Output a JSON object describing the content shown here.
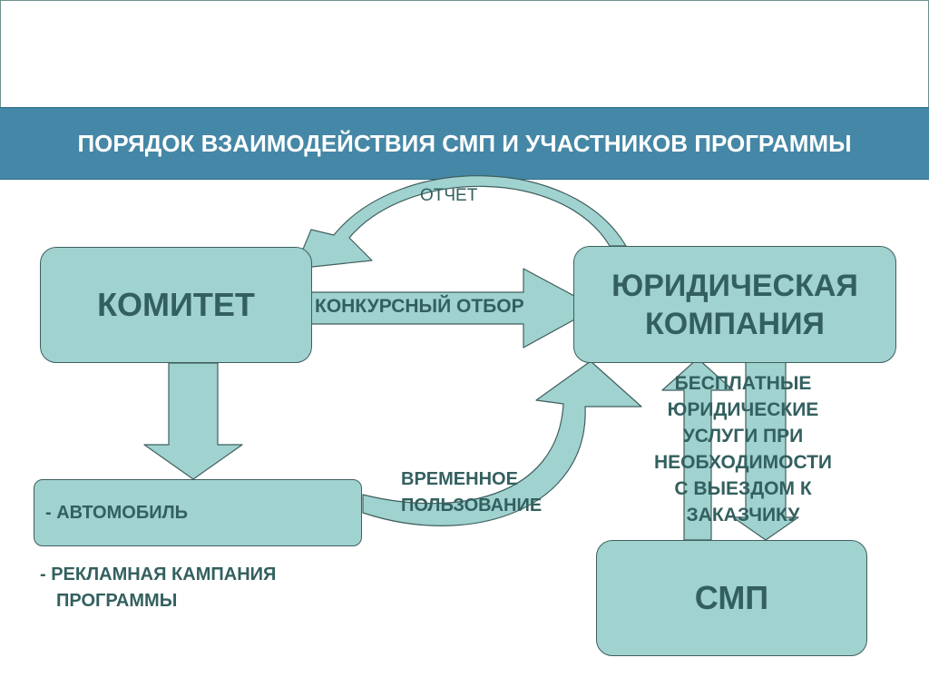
{
  "title": "ПОРЯДОК ВЗАИМОДЕЙСТВИЯ СМП И УЧАСТНИКОВ ПРОГРАММЫ",
  "nodes": {
    "committee": "КОМИТЕТ",
    "legal_company_line1": "ЮРИДИЧЕСКАЯ",
    "legal_company_line2": "КОМПАНИЯ",
    "car": "- АВТОМОБИЛЬ",
    "smp": "СМП"
  },
  "edges": {
    "report": "ОТЧЕТ",
    "competitive_selection": "КОНКУРСНЫЙ ОТБОР",
    "temporary_use_line1": "ВРЕМЕННОЕ",
    "temporary_use_line2": "ПОЛЬЗОВАНИЕ",
    "free_services": [
      "БЕСПЛАТНЫЕ",
      "ЮРИДИЧЕСКИЕ",
      "УСЛУГИ ПРИ",
      "НЕОБХОДИМОСТИ",
      "С ВЫЕЗДОМ К",
      "ЗАКАЗЧИКУ"
    ]
  },
  "notes": {
    "ad_campaign_line1": "- РЕКЛАМНАЯ КАМПАНИЯ",
    "ad_campaign_line2": "ПРОГРАММЫ"
  },
  "colors": {
    "band": "#4587a6",
    "node_fill": "#a0d2cf",
    "text": "#33605f"
  }
}
